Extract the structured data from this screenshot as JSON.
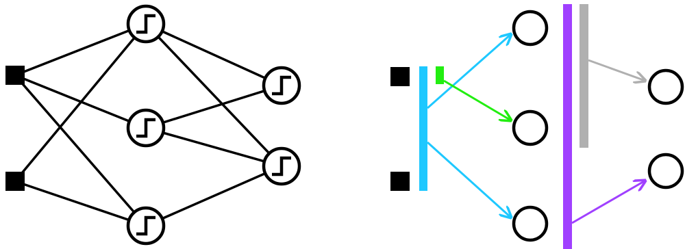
{
  "colors": {
    "background": "#ffffff",
    "ink": "#000000",
    "bus_cyan": "#1ec8ff",
    "bus_green": "#22ee11",
    "bus_purple": "#a040ff",
    "bus_gray": "#b0b0b0"
  },
  "left_network": {
    "input_nodes": [
      "in-1",
      "in-2"
    ],
    "hidden_nodes": [
      "h-1",
      "h-2",
      "h-3"
    ],
    "output_nodes": [
      "o-1",
      "o-2"
    ],
    "node_icon": "step-function-icon",
    "connections": [
      [
        "in-1",
        "h-1"
      ],
      [
        "in-1",
        "h-2"
      ],
      [
        "in-1",
        "h-3"
      ],
      [
        "in-2",
        "h-1"
      ],
      [
        "in-2",
        "h-3"
      ],
      [
        "h-1",
        "o-1"
      ],
      [
        "h-1",
        "o-2"
      ],
      [
        "h-2",
        "o-1"
      ],
      [
        "h-2",
        "o-2"
      ],
      [
        "h-3",
        "o-2"
      ]
    ]
  },
  "right_network": {
    "input_nodes": [
      "in-1",
      "in-2"
    ],
    "hidden_nodes": [
      "h-1",
      "h-2",
      "h-3"
    ],
    "output_nodes": [
      "o-1",
      "o-2"
    ],
    "buses": [
      {
        "id": "cyan-bus",
        "color_key": "bus_cyan",
        "targets": [
          "h-1",
          "h-3"
        ]
      },
      {
        "id": "green-bus",
        "color_key": "bus_green",
        "targets": [
          "h-2"
        ]
      },
      {
        "id": "gray-bus",
        "color_key": "bus_gray",
        "targets": [
          "o-1"
        ]
      },
      {
        "id": "purple-bus",
        "color_key": "bus_purple",
        "targets": [
          "o-2"
        ]
      }
    ]
  }
}
